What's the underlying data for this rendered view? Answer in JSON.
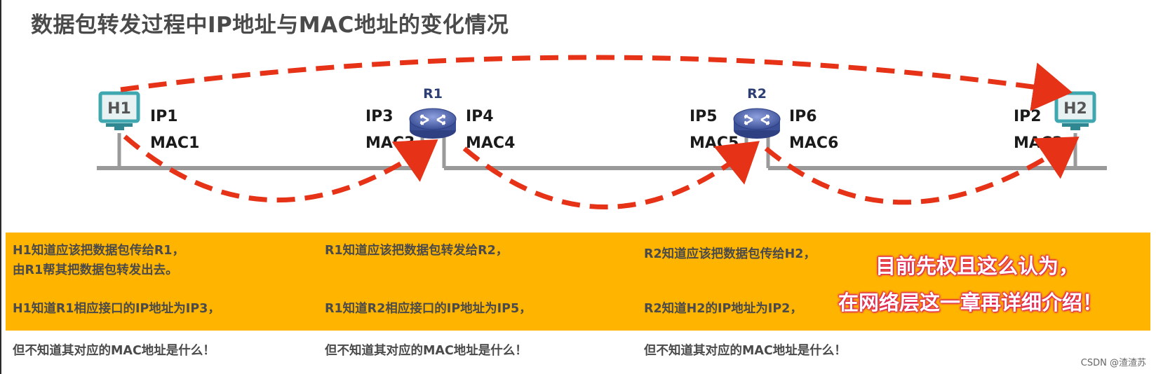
{
  "title": "数据包转发过程中IP地址与MAC地址的变化情况",
  "nodes": {
    "h1": {
      "name": "H1",
      "ip": "IP1",
      "mac": "MAC1"
    },
    "r1": {
      "name": "R1",
      "ip_left": "IP3",
      "mac_left": "MAC3",
      "ip_right": "IP4",
      "mac_right": "MAC4"
    },
    "r2": {
      "name": "R2",
      "ip_left": "IP5",
      "mac_left": "MAC5",
      "ip_right": "IP6",
      "mac_right": "MAC6"
    },
    "h2": {
      "name": "H2",
      "ip": "IP2",
      "mac": "MAC2"
    }
  },
  "info": {
    "col1": {
      "line1": "H1知道应该把数据包传给R1，",
      "line2": "由R1帮其把数据包转发出去。",
      "line3": "H1知道R1相应接口的IP地址为IP3，",
      "line4": "但不知道其对应的MAC地址是什么！"
    },
    "col2": {
      "line1": "R1知道应该把数据包转发给R2，",
      "line3": "R1知道R2相应接口的IP地址为IP5，",
      "line4": "但不知道其对应的MAC地址是什么！"
    },
    "col3": {
      "line1": "R2知道应该把数据包传给H2，",
      "line3": "R2知道H2的IP地址为IP2，",
      "line4": "但不知道其对应的MAC地址是什么！"
    }
  },
  "note": {
    "line1": "目前先权且这么认为，",
    "line2": "在网络层这一章再详细介绍！"
  },
  "watermark": "CSDN @渣渣苏",
  "colors": {
    "arrow": "#e63217",
    "band": "#ffb400",
    "note_outline": "#e0245e",
    "router": "#4a5fa8",
    "host": "#3fa7b0"
  }
}
